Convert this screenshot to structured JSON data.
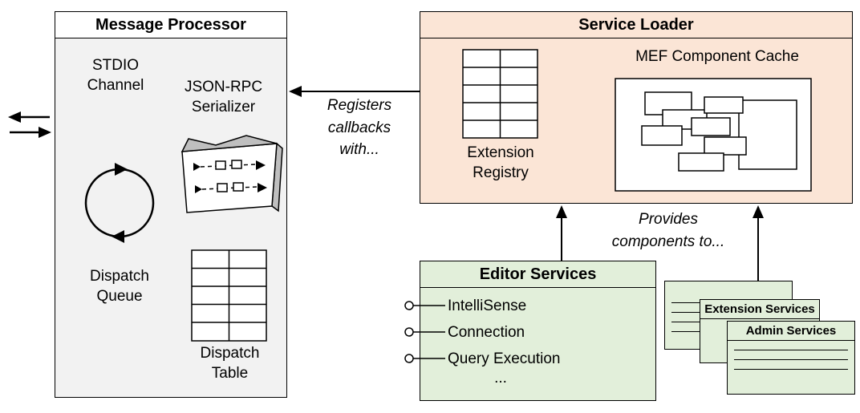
{
  "colors": {
    "gray_fill": "#f2f2f2",
    "peach_fill": "#fbe5d6",
    "green_fill": "#e2efda",
    "line": "#000000",
    "icon_shade": "#bfbfbf",
    "white": "#ffffff"
  },
  "message_processor": {
    "title": "Message Processor",
    "stdio_channel_label": "STDIO\nChannel",
    "serializer_label": "JSON-RPC\nSerializer",
    "dispatch_queue_label": "Dispatch\nQueue",
    "dispatch_table_label": "Dispatch\nTable"
  },
  "service_loader": {
    "title": "Service Loader",
    "extension_registry_label": "Extension\nRegistry",
    "mef_cache_label": "MEF Component Cache"
  },
  "editor_services": {
    "title": "Editor Services",
    "items": [
      "IntelliSense",
      "Connection",
      "Query Execution",
      "..."
    ]
  },
  "service_cards": {
    "extension_services_label": "Extension Services",
    "admin_services_label": "Admin Services"
  },
  "annotations": {
    "registers_callbacks": "Registers\ncallbacks\nwith...",
    "provides_components": "Provides\ncomponents to..."
  }
}
